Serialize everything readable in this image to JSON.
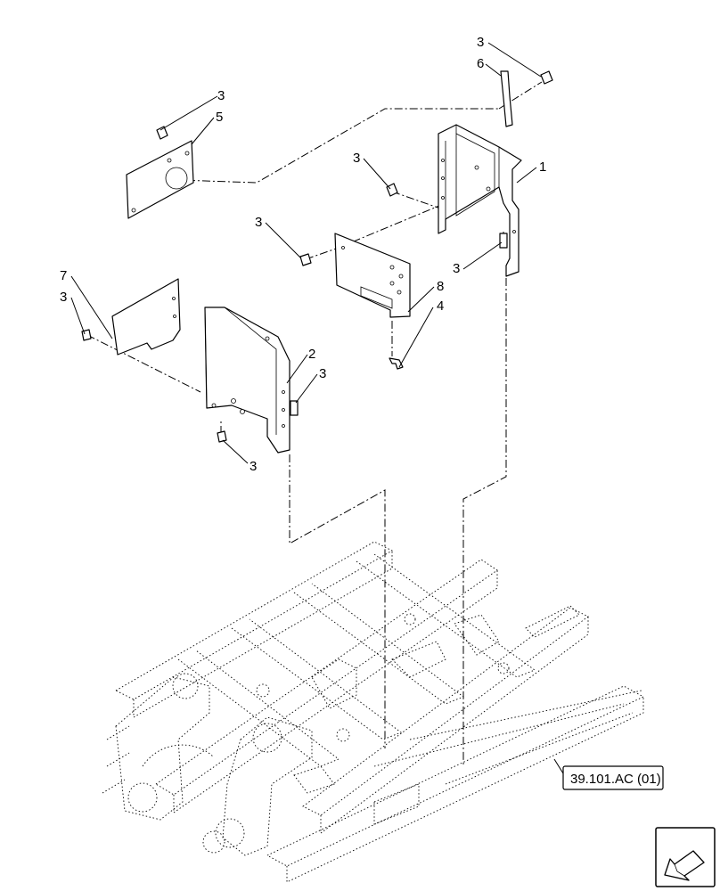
{
  "callouts": {
    "c1": "1",
    "c2": "2",
    "c3": "3",
    "c4": "4",
    "c5": "5",
    "c6": "6",
    "c7": "7",
    "c8": "8"
  },
  "reference": {
    "label": "39.101.AC (01)"
  },
  "nav": {
    "icon": "previous-arrow-icon"
  }
}
